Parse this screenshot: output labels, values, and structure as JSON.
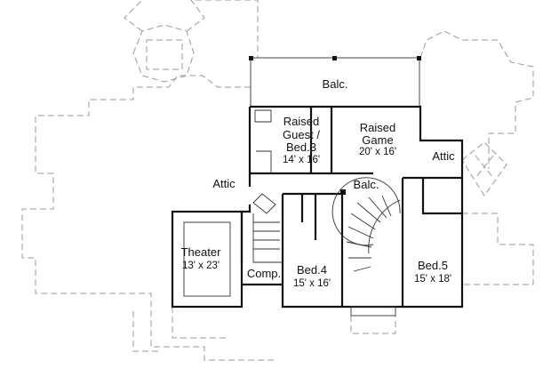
{
  "rooms": {
    "balcony_top": {
      "label": "Balc."
    },
    "guest": {
      "label_line1": "Raised",
      "label_line2": "Guest /",
      "label_line3": "Bed.3",
      "size": "14' x 16'"
    },
    "game": {
      "label_line1": "Raised",
      "label_line2": "Game",
      "size": "20' x 16'"
    },
    "attic_right": {
      "label": "Attic"
    },
    "attic_left": {
      "label": "Attic"
    },
    "balcony_mid": {
      "label": "Balc."
    },
    "theater": {
      "label": "Theater",
      "size": "13' x 23'"
    },
    "comp": {
      "label": "Comp."
    },
    "bed4": {
      "label": "Bed.4",
      "size": "15' x 16'"
    },
    "bed5": {
      "label": "Bed.5",
      "size": "15' x 18'"
    }
  }
}
